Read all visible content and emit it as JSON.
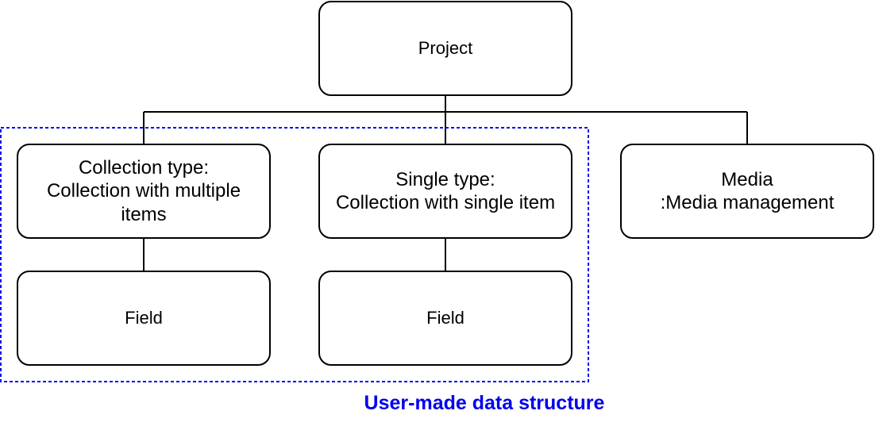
{
  "colors": {
    "stroke": "#000000",
    "group_border": "#0000ee",
    "caption": "#0000ee"
  },
  "nodes": {
    "project": {
      "text": "Project"
    },
    "collection_type": {
      "text": "Collection type:\nCollection with multiple\nitems"
    },
    "single_type": {
      "text": "Single type:\nCollection with single item"
    },
    "media": {
      "text": "Media\n:Media management"
    },
    "field_collection": {
      "text": "Field"
    },
    "field_single": {
      "text": "Field"
    }
  },
  "group": {
    "caption": "User-made data structure"
  }
}
